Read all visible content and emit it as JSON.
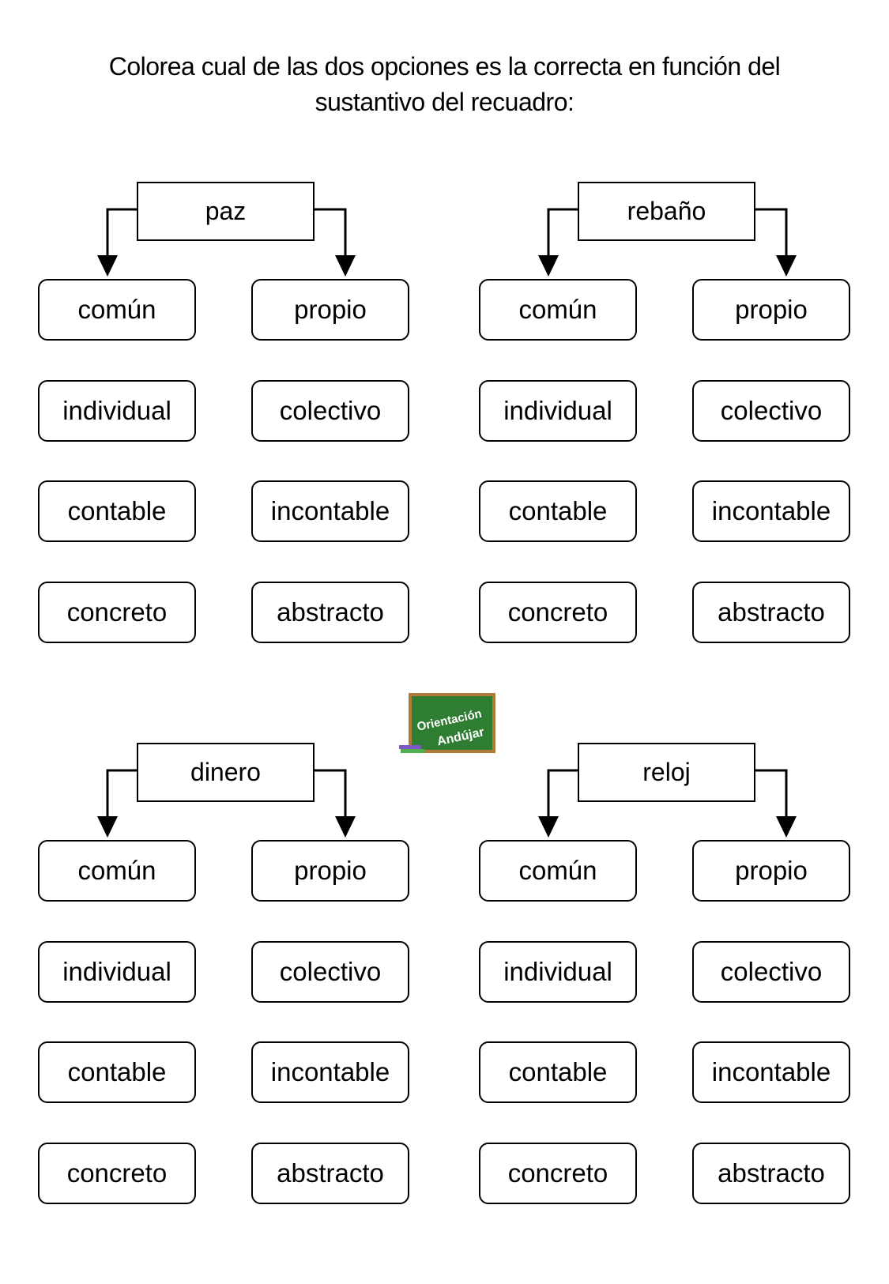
{
  "title": {
    "line1": "Colorea cual de las dos opciones es la correcta en función del",
    "line2": "sustantivo del recuadro:"
  },
  "logo": {
    "text1": "Orientación",
    "text2": "Andújar"
  },
  "groups": [
    {
      "noun": "paz",
      "options": [
        [
          "común",
          "propio"
        ],
        [
          "individual",
          "colectivo"
        ],
        [
          "contable",
          "incontable"
        ],
        [
          "concreto",
          "abstracto"
        ]
      ]
    },
    {
      "noun": "rebaño",
      "options": [
        [
          "común",
          "propio"
        ],
        [
          "individual",
          "colectivo"
        ],
        [
          "contable",
          "incontable"
        ],
        [
          "concreto",
          "abstracto"
        ]
      ]
    },
    {
      "noun": "dinero",
      "options": [
        [
          "común",
          "propio"
        ],
        [
          "individual",
          "colectivo"
        ],
        [
          "contable",
          "incontable"
        ],
        [
          "concreto",
          "abstracto"
        ]
      ]
    },
    {
      "noun": "reloj",
      "options": [
        [
          "común",
          "propio"
        ],
        [
          "individual",
          "colectivo"
        ],
        [
          "contable",
          "incontable"
        ],
        [
          "concreto",
          "abstracto"
        ]
      ]
    }
  ]
}
